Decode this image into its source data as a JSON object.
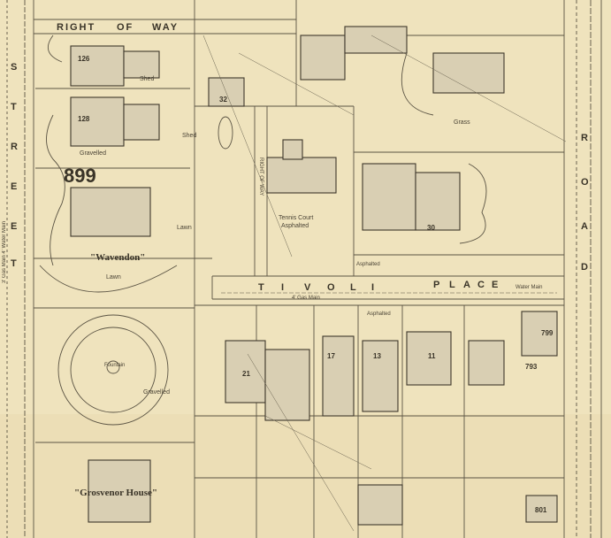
{
  "map": {
    "block_number": "899",
    "streets": {
      "right_of_way": [
        "RIGHT",
        "OF",
        "WAY"
      ],
      "street_letters": [
        "S",
        "T",
        "R",
        "E",
        "E",
        "T"
      ],
      "road_letters": [
        "R",
        "O",
        "A",
        "D"
      ],
      "tivoli_place": [
        "T",
        "I",
        "V",
        "O",
        "L",
        "I",
        "P",
        "L",
        "A",
        "C",
        "E"
      ]
    },
    "houses": {
      "wavendon": "\"Wavendon\"",
      "grosvenor": "\"Grosvenor House\""
    },
    "labels": {
      "tennis_court": "Tennis Court",
      "asphalted": "Asphalted",
      "grass": "Grass",
      "lawn": "Lawn",
      "shed": "Shed",
      "gravelled": "Gravelled",
      "fountain": "Fountain",
      "water_main": "Water Main",
      "gas_main": "4' Gas Main",
      "street_mains": "3' Gas Main  4' Water Main",
      "right_of_way_small": "RIGHT OF WAY"
    },
    "lot_numbers": [
      "126",
      "128",
      "32",
      "30",
      "21",
      "17",
      "13",
      "11",
      "793",
      "799",
      "801"
    ]
  }
}
